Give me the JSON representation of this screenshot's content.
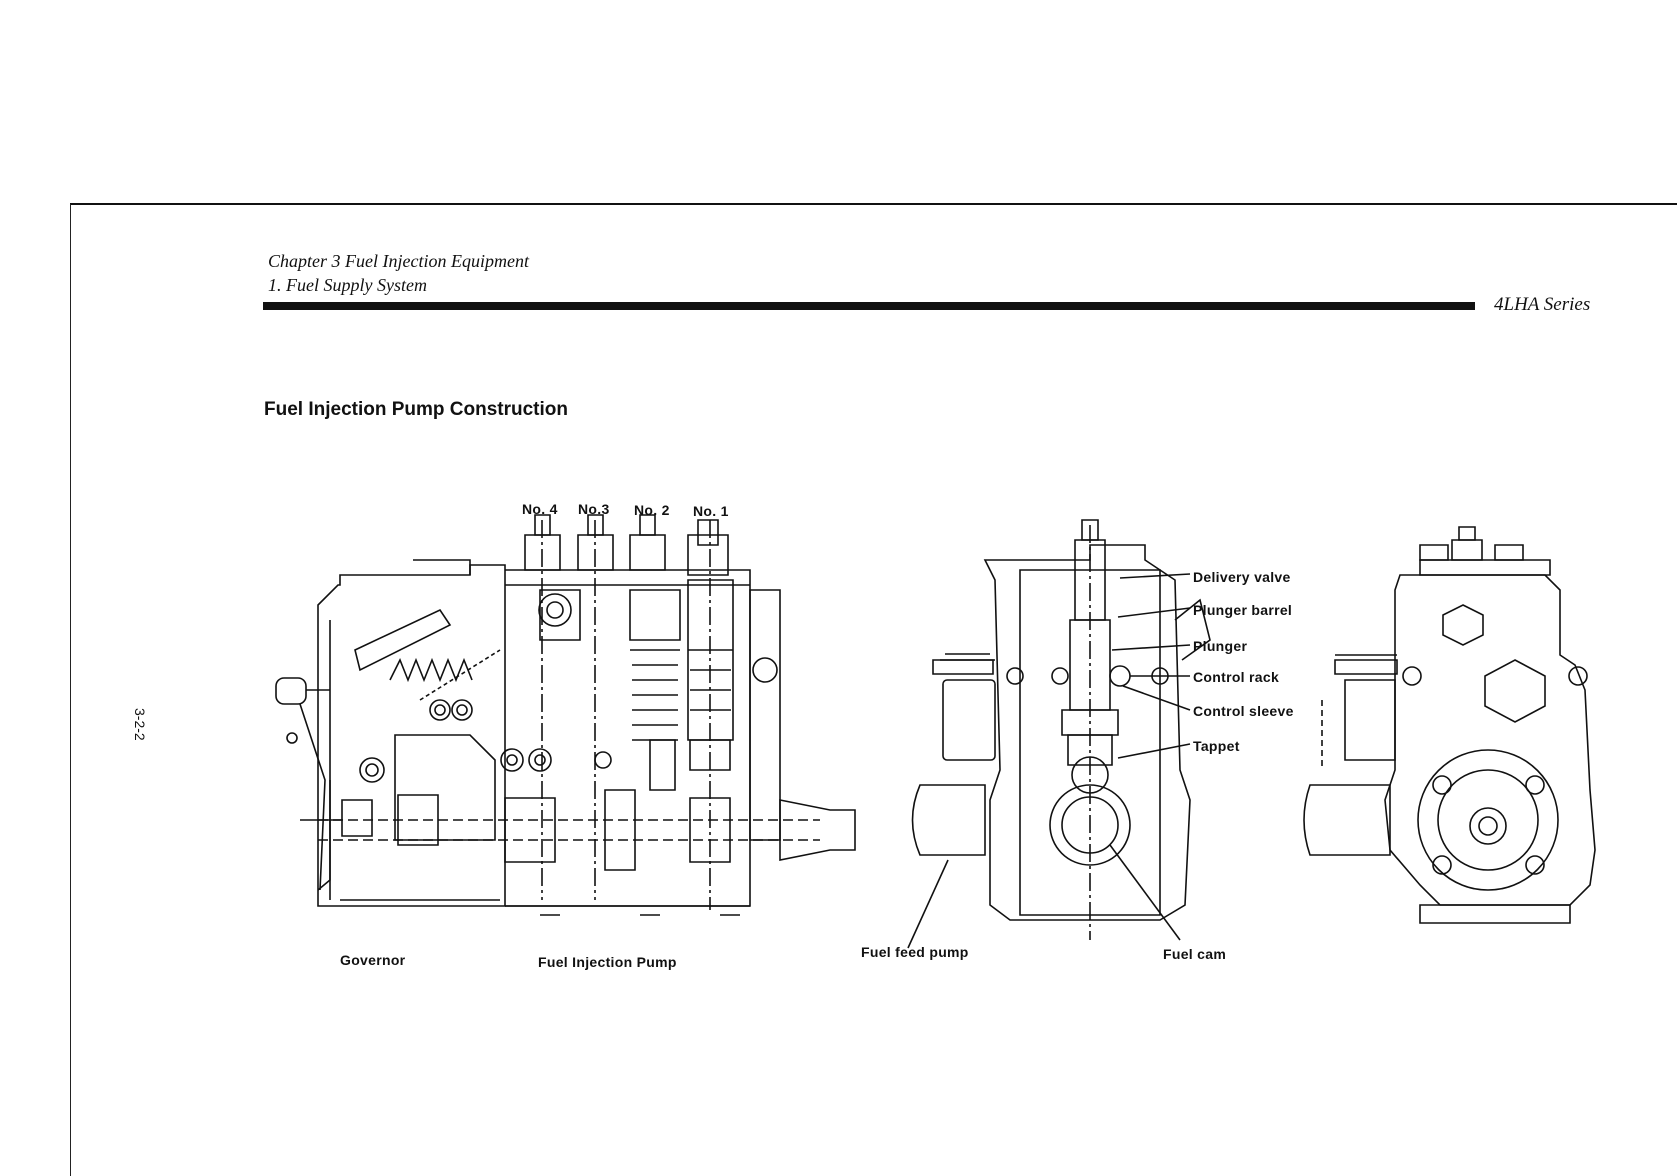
{
  "header": {
    "chapter": "Chapter 3 Fuel Injection Equipment",
    "section": "1. Fuel Supply System",
    "series": "4LHA Series"
  },
  "page_number": "3-2-2",
  "title": "Fuel Injection Pump Construction",
  "figure": {
    "cylinders": [
      "No. 4",
      "No.3",
      "No. 2",
      "No. 1"
    ],
    "captions": {
      "governor": "Governor",
      "pump": "Fuel Injection Pump",
      "feed_pump": "Fuel feed pump",
      "fuel_cam": "Fuel cam"
    },
    "callouts": [
      "Delivery valve",
      "Plunger barrel",
      "Plunger",
      "Control rack",
      "Control sleeve",
      "Tappet"
    ]
  }
}
